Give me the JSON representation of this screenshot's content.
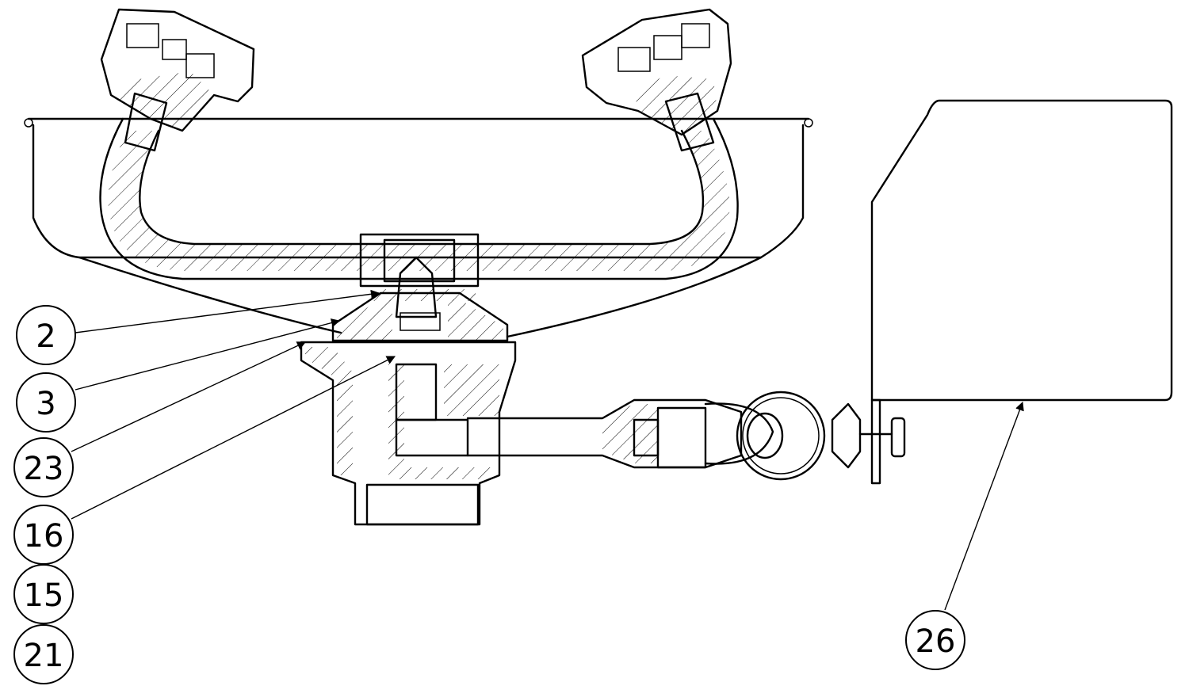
{
  "callouts": [
    {
      "id": "c2",
      "label": "2"
    },
    {
      "id": "c3",
      "label": "3"
    },
    {
      "id": "c23",
      "label": "23"
    },
    {
      "id": "c16",
      "label": "16"
    },
    {
      "id": "c15",
      "label": "15"
    },
    {
      "id": "c21",
      "label": "21"
    },
    {
      "id": "c26",
      "label": "26"
    }
  ]
}
